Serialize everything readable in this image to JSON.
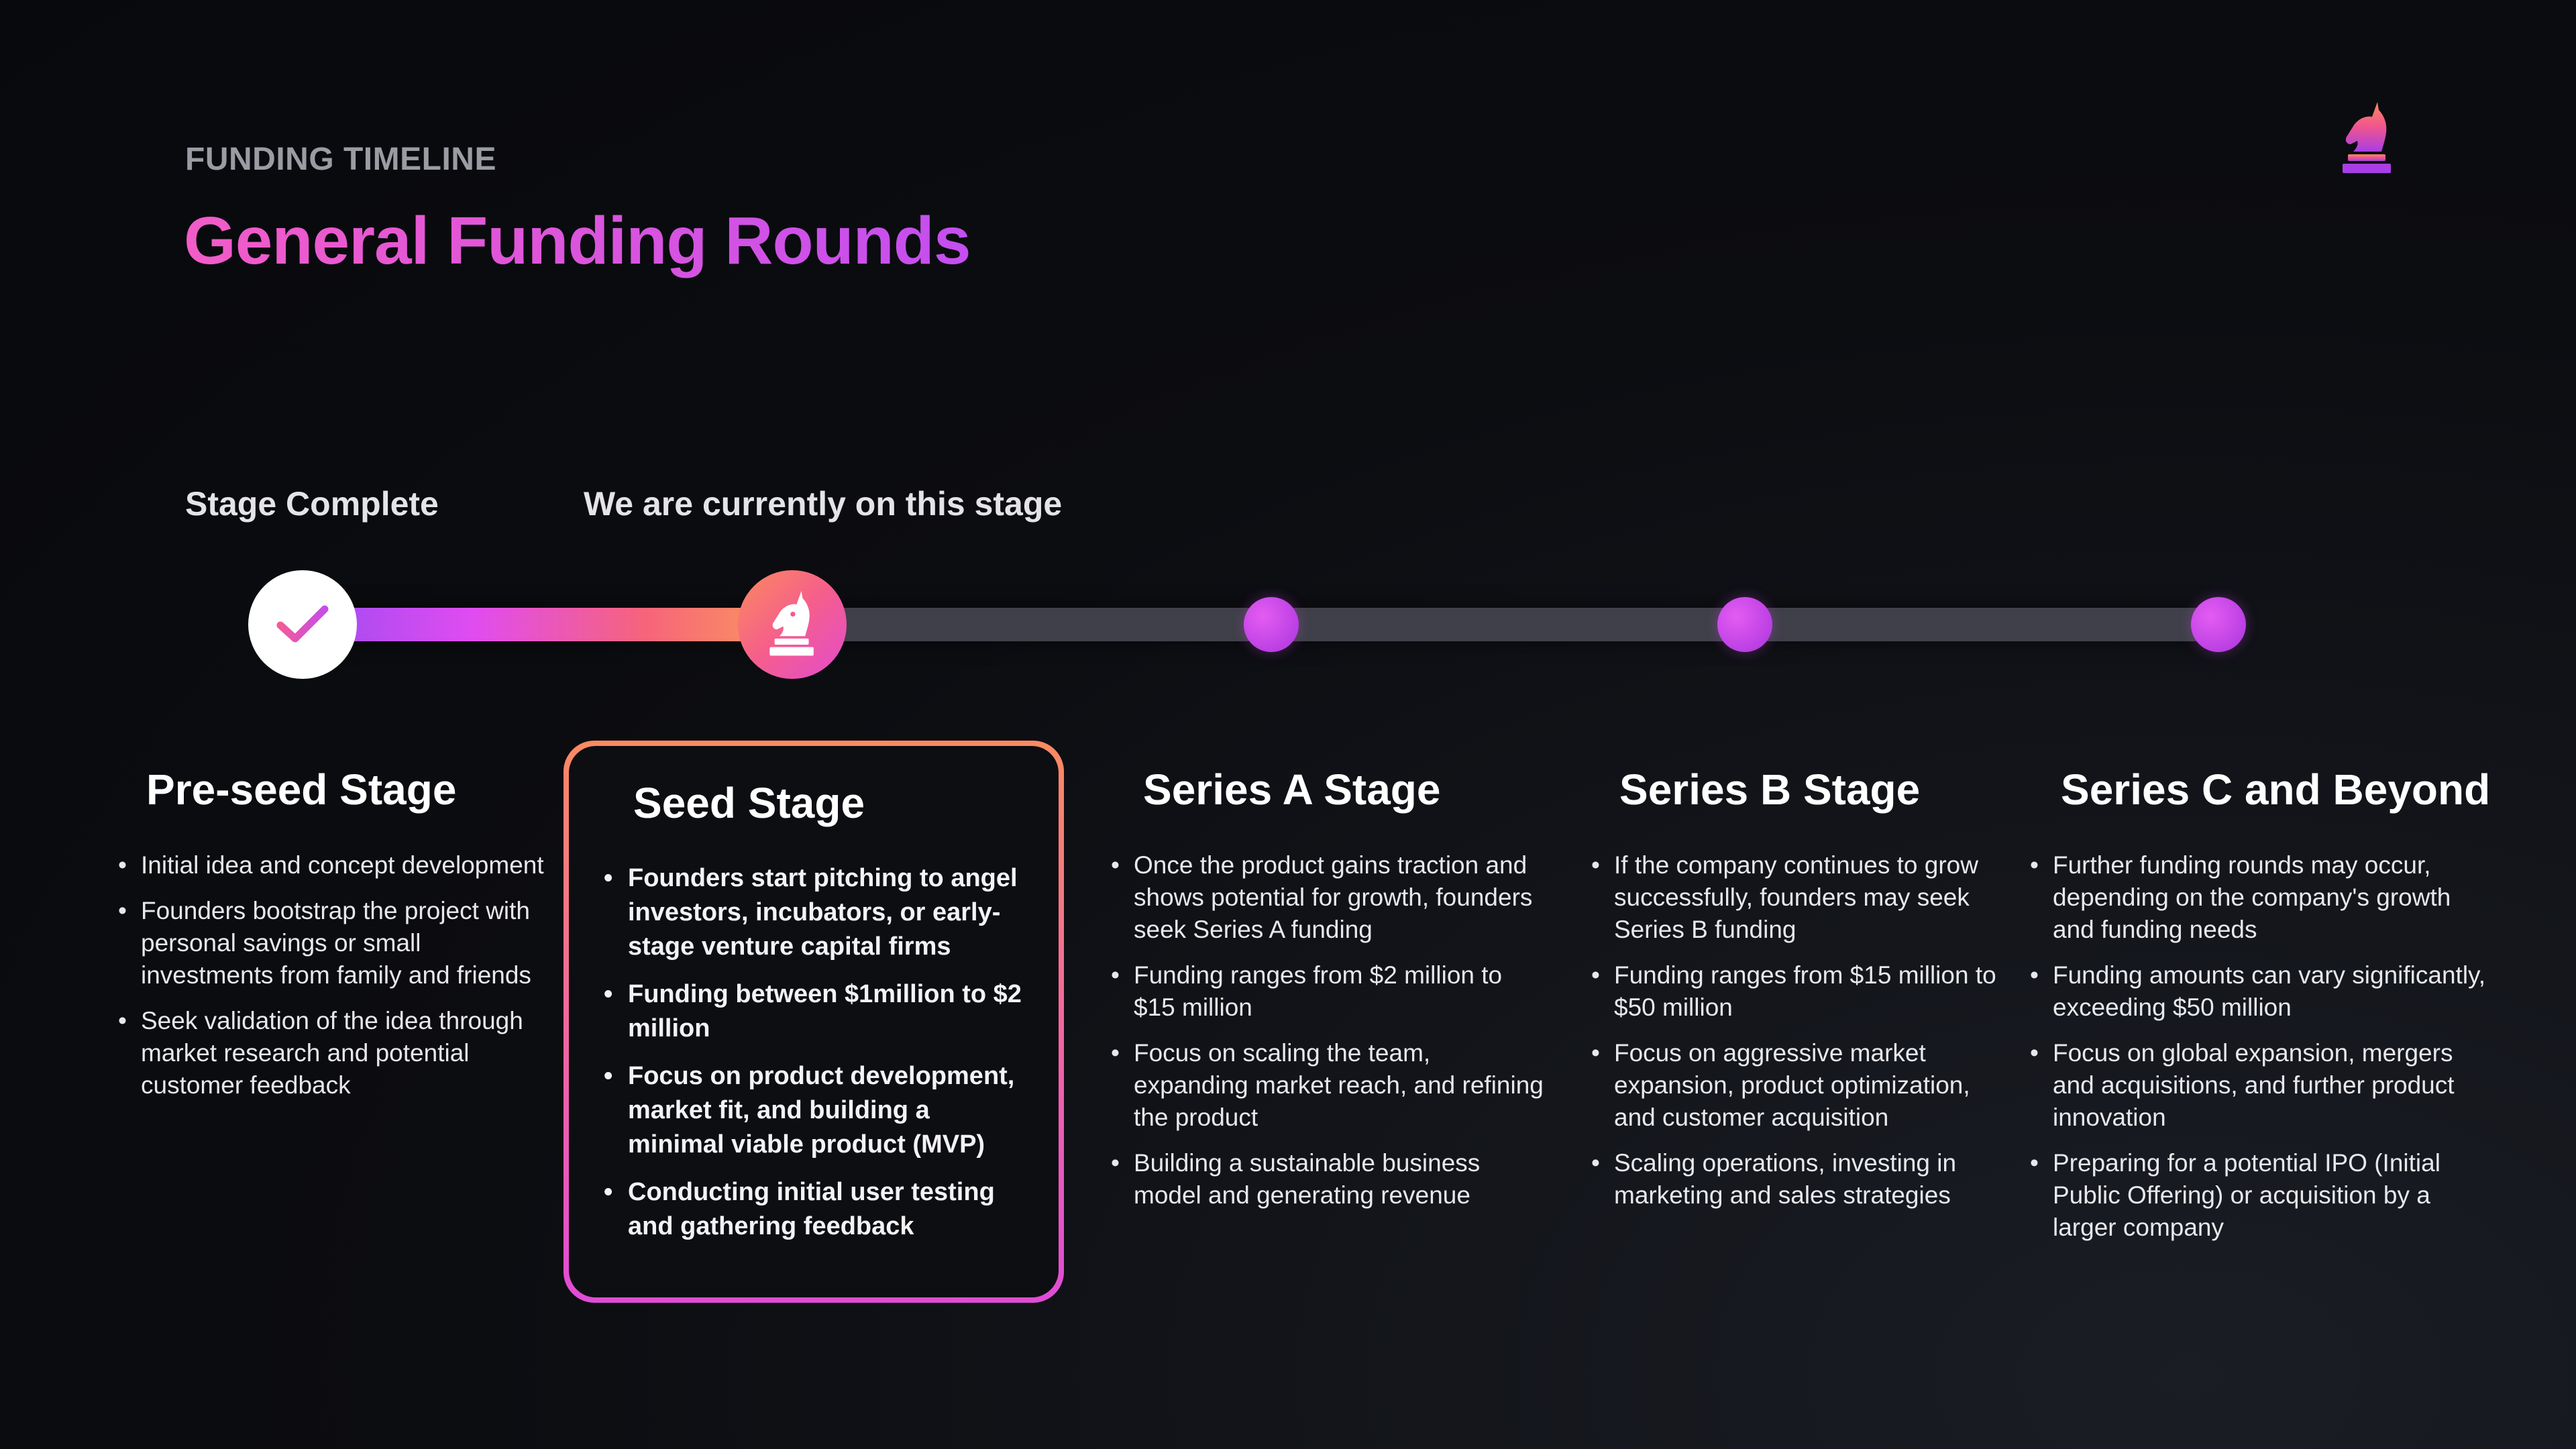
{
  "header": {
    "eyebrow": "FUNDING TIMELINE",
    "title": "General Funding Rounds",
    "logo_icon": "unicorn-chess-knight-icon"
  },
  "timeline": {
    "complete_label": "Stage Complete",
    "current_label": "We are currently on this stage",
    "nodes": [
      {
        "status": "complete",
        "icon": "checkmark-icon"
      },
      {
        "status": "current",
        "icon": "unicorn-chess-knight-icon"
      },
      {
        "status": "upcoming"
      },
      {
        "status": "upcoming"
      },
      {
        "status": "upcoming"
      }
    ],
    "colors": {
      "progress_start": "#9b4bf2",
      "progress_end": "#fb9a5c",
      "track": "#3f4049",
      "upcoming_node": "#c144e6"
    }
  },
  "stages": [
    {
      "title": "Pre-seed Stage",
      "bullets": [
        "Initial idea and concept development",
        "Founders bootstrap the project with personal savings or small investments from family and friends",
        "Seek validation of the idea through market research and potential customer feedback"
      ]
    },
    {
      "title": "Seed Stage",
      "highlighted": true,
      "bullets": [
        "Founders start pitching to angel investors, incubators, or early-stage venture capital firms",
        "Funding between $1million to $2 million",
        "Focus on product development, market fit, and building a minimal viable product (MVP)",
        "Conducting initial user testing and gathering feedback"
      ]
    },
    {
      "title": "Series A Stage",
      "bullets": [
        "Once the product gains traction and shows potential for growth, founders seek Series A funding",
        "Funding ranges from $2 million to $15 million",
        "Focus on scaling the team, expanding market reach, and refining the product",
        "Building a sustainable business model and generating revenue"
      ]
    },
    {
      "title": "Series B Stage",
      "bullets": [
        "If the company continues to grow successfully, founders may seek Series B funding",
        "Funding ranges from $15 million to $50 million",
        "Focus on aggressive market expansion, product optimization, and customer acquisition",
        "Scaling operations, investing in marketing and sales strategies"
      ]
    },
    {
      "title": "Series C and Beyond",
      "bullets": [
        "Further funding rounds may occur, depending on the company's growth and funding needs",
        "Funding amounts can vary significantly, exceeding $50 million",
        "Focus on global expansion, mergers and acquisitions, and further product innovation",
        "Preparing for a potential IPO (Initial Public Offering) or acquisition by a larger company"
      ]
    }
  ]
}
